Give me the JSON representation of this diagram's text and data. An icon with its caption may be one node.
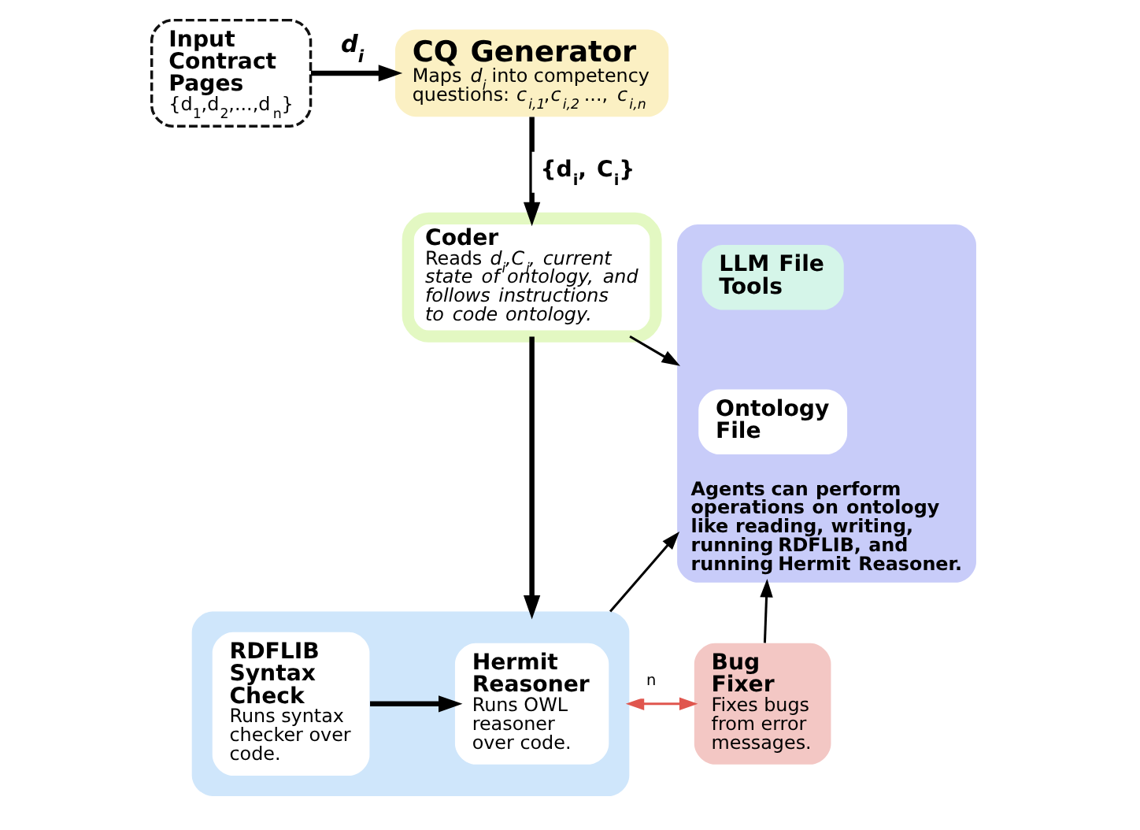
{
  "diagram": {
    "nodes": [
      {
        "text": [
          "Input Contract Pages",
          "{d$_{1}$,d$_{2}$,...,d$_{n}$}"
        ]
      },
      {
        "text": [
          "CQ Generator",
          "Maps *d$_{i}$* into competency questions: *c$_{i,1}$*,*c$_{i,2}$* ..., *c$_{i,n}$*"
        ]
      },
      {
        "text": [
          "Coder",
          "Reads *d$_{i}$,C$_{i}$, current state of ontology, and follows instructions to code ontology.*"
        ]
      },
      {
        "text": [
          "Agents can perform operations on ontology like reading, writing, running RDFLIB, and running Hermit Reasoner."
        ]
      },
      {
        "text": [
          "LLM File Tools"
        ],
        "in": 3
      },
      {
        "text": [
          "Ontology File"
        ],
        "in": 3
      },
      {
        "text": [],
        "shape": "box"
      },
      {
        "text": [
          "RDFLIB Syntax Check",
          "Runs syntax checker over code."
        ],
        "in": 6
      },
      {
        "text": [
          "Hermit Reasoner",
          "Runs OWL reasoner over code."
        ],
        "in": 6
      },
      {
        "text": [
          "Bug Fixer",
          "Fixes bugs from error messages."
        ]
      }
    ],
    "edges": [
      {
        "from": 0,
        "to": 1,
        "arrow": "to",
        "label": "d$_{i}$",
        "style": "thick"
      },
      {
        "from": 1,
        "to": 2,
        "arrow": "to",
        "label": "{d$_{i}$, C$_{i}$}",
        "style": "thick"
      },
      {
        "from": 2,
        "to": 3,
        "arrow": "to"
      },
      {
        "from": 2,
        "to": 6,
        "arrow": "to",
        "style": "thick"
      },
      {
        "from": 7,
        "to": 8,
        "arrow": "to",
        "style": "thick"
      },
      {
        "from": 6,
        "to": 9,
        "arrow": "both",
        "label": "n",
        "color": "#e0564e"
      },
      {
        "from": 9,
        "to": 3,
        "arrow": "to"
      },
      {
        "from": 6,
        "to": 3,
        "arrow": "to"
      }
    ]
  }
}
